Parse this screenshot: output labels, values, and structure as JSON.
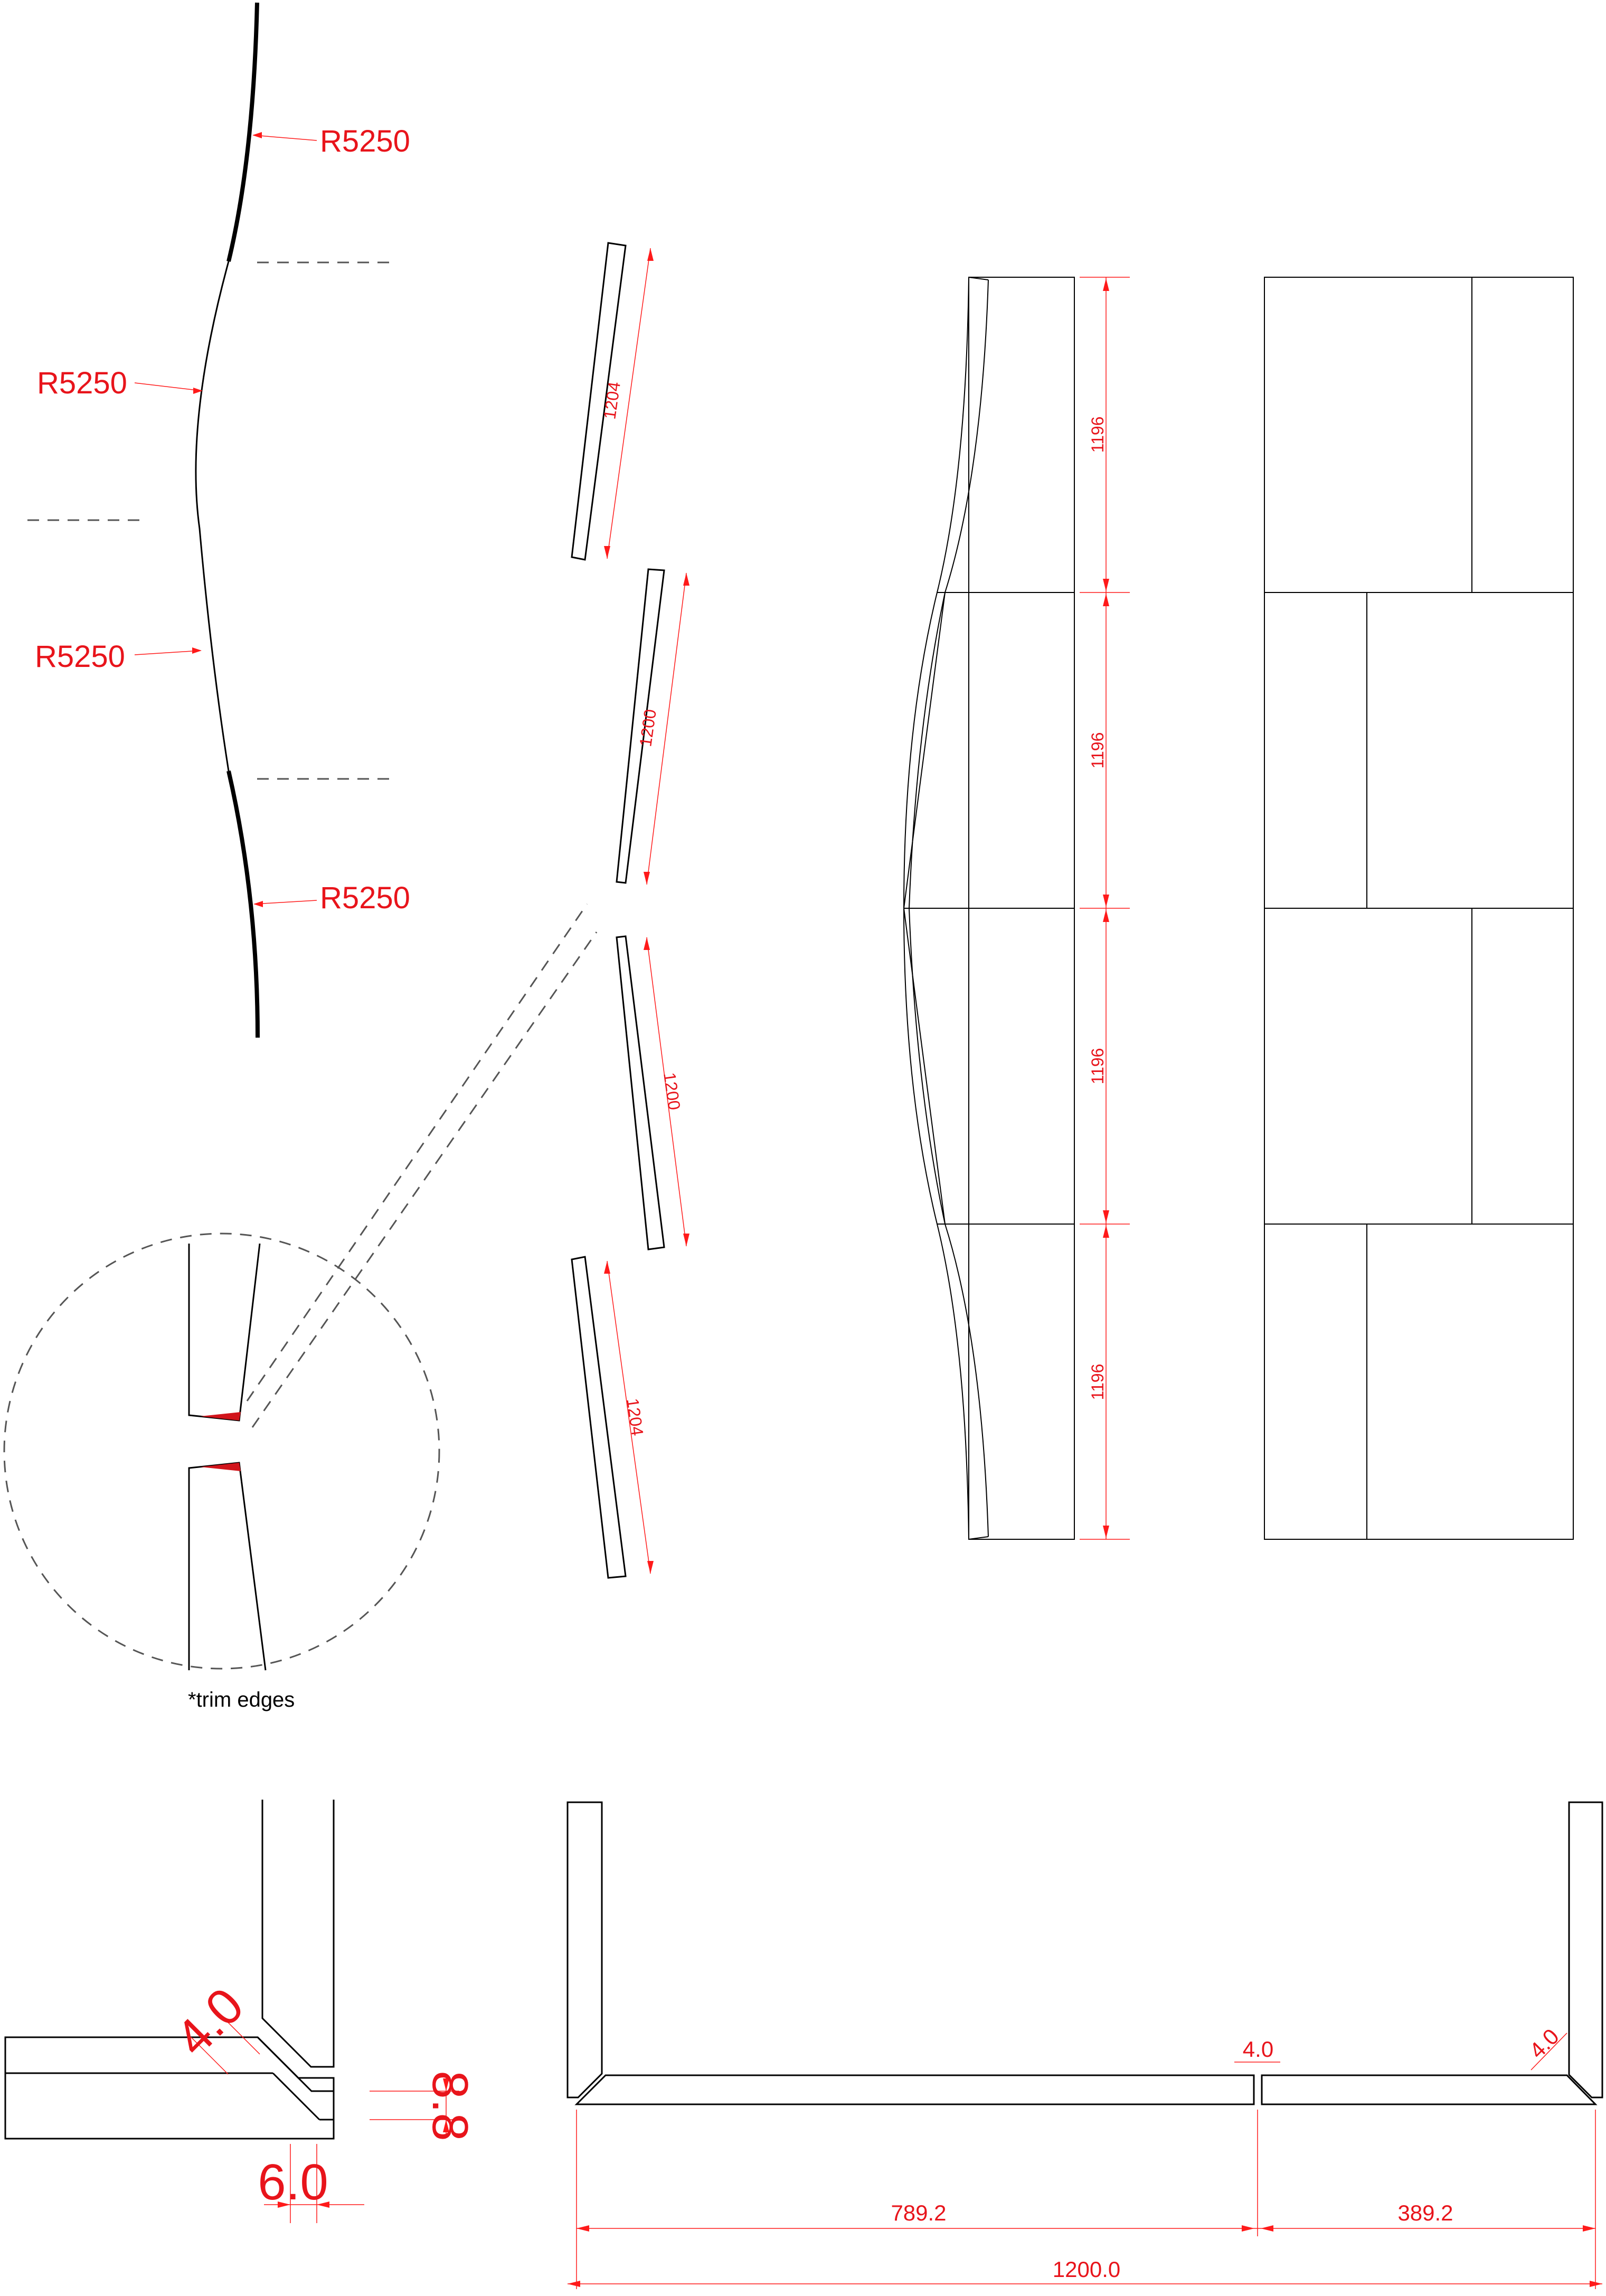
{
  "radius_labels": [
    "R5250",
    "R5250",
    "R5250",
    "R5250"
  ],
  "panel_lengths": [
    "1204",
    "1200",
    "1200",
    "1204"
  ],
  "module_heights": [
    "1196",
    "1196",
    "1196",
    "1196"
  ],
  "detail_note": "*trim edges",
  "joint_detail": {
    "gap": "4.0",
    "offset_h": "6.0",
    "offset_v": "8.8"
  },
  "section": {
    "gap_mid": "4.0",
    "gap_right": "4.0",
    "width_left": "789.2",
    "width_right": "389.2",
    "width_total": "1200.0"
  },
  "colors": {
    "dimension": "#e8141b",
    "line": "#000000",
    "trim_fill": "#d1141b"
  }
}
